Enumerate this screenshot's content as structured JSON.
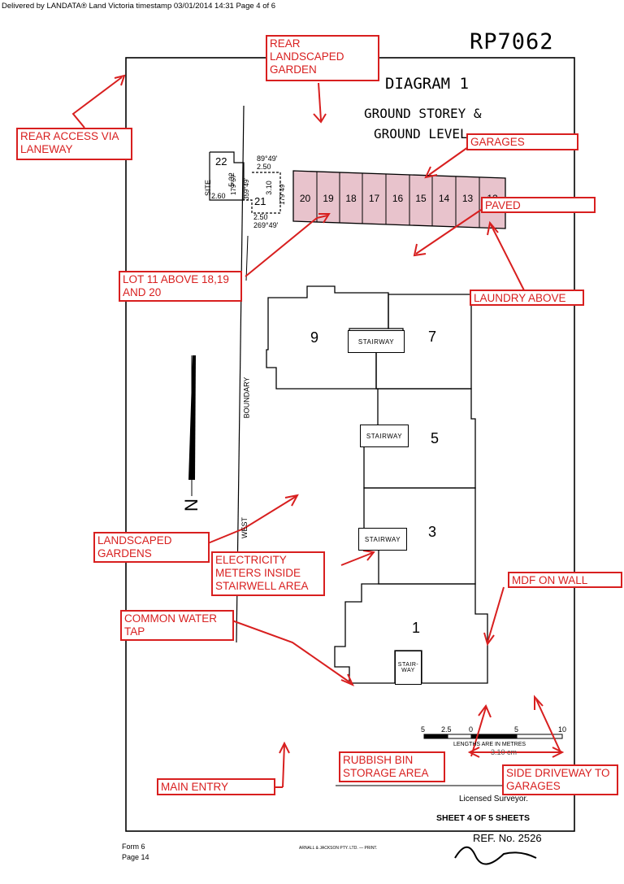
{
  "header": {
    "delivered": "Delivered by LANDATA®  Land Victoria timestamp 03/01/2014 14:31   Page 4 of 6"
  },
  "plan": {
    "number": "RP7062",
    "title": "DIAGRAM 1",
    "subtitle_1": "GROUND STOREY &",
    "subtitle_2": "GROUND LEVEL",
    "lot_22": "22",
    "lot_21": "21",
    "site_label": "SITE",
    "dim_250_top": "2.50",
    "dim_250_bottom": "2.50",
    "dim_260": "2.60",
    "dim_532": "5.32",
    "dim_310": "3.10",
    "bearing_top": "89°49'",
    "bearing_bottom": "269°49'",
    "bearing_a": "179°57'",
    "bearing_b": "359°49'",
    "bearing_c": "179°49'",
    "garages": [
      "20",
      "19",
      "18",
      "17",
      "16",
      "15",
      "14",
      "13",
      "12"
    ],
    "units": [
      {
        "number": "9"
      },
      {
        "number": "7"
      },
      {
        "number": "5"
      },
      {
        "number": "3"
      },
      {
        "number": "1"
      }
    ],
    "stairway": "STAIRWAY",
    "stairway_short": "STAIR-WAY",
    "boundary_label": "BOUNDARY",
    "west_label": "WEST",
    "north_label": "N",
    "scale_ticks": [
      "5",
      "2.5",
      "0",
      "5",
      "10"
    ],
    "scale_caption": "LENGTHS ARE IN METRES",
    "scale_overlay": "3.10 cm",
    "surveyor": "Licensed Surveyor.",
    "sheet": "SHEET 4 OF 5 SHEETS",
    "form": "Form 6",
    "page": "Page 14",
    "printer": "ARNALL & JACKSON PTY. LTD. — PRINT.",
    "ref": "REF. No. 2526"
  },
  "callouts": {
    "rear_garden": "REAR LANDSCAPED GARDEN",
    "rear_access": "REAR ACCESS VIA LANEWAY",
    "garages": "GARAGES",
    "paved": "PAVED",
    "lot11": "LOT 11 ABOVE 18,19 AND 20",
    "laundry": "LAUNDRY ABOVE",
    "landscaped": "LANDSCAPED GARDENS",
    "meters": "ELECTRICITY METERS INSIDE STAIRWELL AREA",
    "mdf": "MDF ON WALL",
    "water_tap": "COMMON WATER TAP",
    "rubbish": "RUBBISH BIN STORAGE AREA",
    "side_driveway": "SIDE DRIVEWAY TO GARAGES",
    "main_entry": "MAIN ENTRY"
  },
  "colors": {
    "annotation": "#d81f1f",
    "garage_fill": "#e8c3cc"
  }
}
